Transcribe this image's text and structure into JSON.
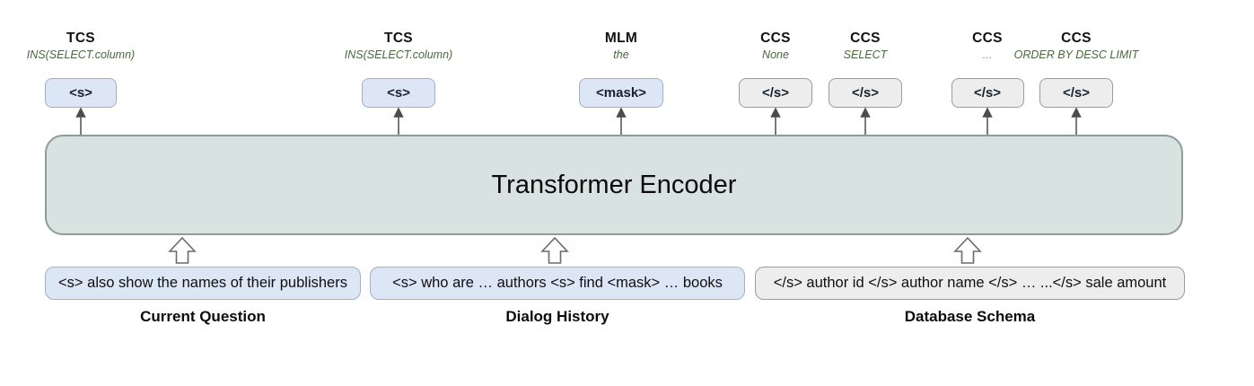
{
  "figure": {
    "encoder_label": "Transformer Encoder"
  },
  "outputs": [
    {
      "task": "TCS",
      "prediction": "INS(SELECT.column)",
      "token": "<s>"
    },
    {
      "task": "TCS",
      "prediction": "INS(SELECT.column)",
      "token": "<s>"
    },
    {
      "task": "MLM",
      "prediction": "the",
      "token": "<mask>"
    },
    {
      "task": "CCS",
      "prediction": "None",
      "token": "</s>"
    },
    {
      "task": "CCS",
      "prediction": "SELECT",
      "token": "</s>"
    },
    {
      "task": "CCS",
      "prediction": "...",
      "token": "</s>"
    },
    {
      "task": "CCS",
      "prediction": "ORDER BY DESC LIMIT",
      "token": "</s>"
    }
  ],
  "inputs": [
    {
      "text": "<s> also show the names of their publishers",
      "label": "Current Question"
    },
    {
      "text": "<s> who are … authors <s> find <mask> … books",
      "label": "Dialog History"
    },
    {
      "text": "</s> author id </s> author name </s> … ...</s> sale amount",
      "label": "Database Schema"
    }
  ],
  "colors": {
    "question_fill": "#dce6f5",
    "schema_fill": "#ededed",
    "encoder_fill": "#d8e2e1",
    "prediction_green": "#4a6741"
  }
}
